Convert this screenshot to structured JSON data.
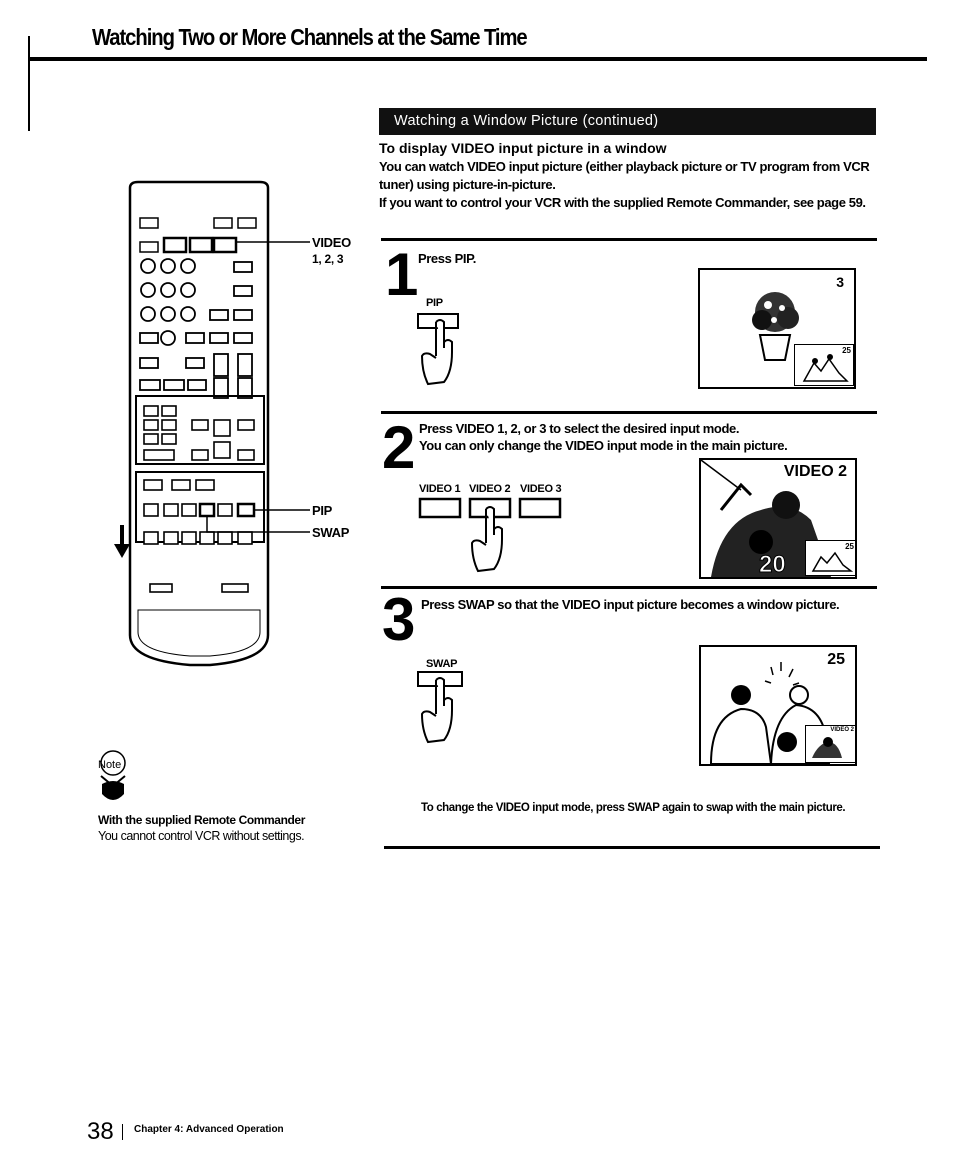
{
  "header": {
    "title": "Watching Two or More Channels at the Same Time"
  },
  "section": {
    "banner": "Watching a Window Picture (continued)",
    "heading": "To display VIDEO input picture in a window",
    "intro_1": "You can watch VIDEO input picture (either playback picture or TV program from VCR tuner) using picture-in-picture.",
    "intro_2": "If you want to control your VCR with the supplied Remote Commander, see page 59."
  },
  "remote": {
    "callout_video": "VIDEO",
    "callout_video_nums": "1, 2, 3",
    "callout_pip": "PIP",
    "callout_swap": "SWAP"
  },
  "steps": [
    {
      "number": "1",
      "text": "Press PIP.",
      "button_label": "PIP",
      "tv_channel": "3",
      "tv_window_channel": "25"
    },
    {
      "number": "2",
      "text_1": "Press VIDEO 1, 2, or 3 to select the desired input mode.",
      "text_2": "You can only change the VIDEO input mode in the main picture.",
      "button_labels": [
        "VIDEO 1",
        "VIDEO 2",
        "VIDEO 3"
      ],
      "tv_label": "VIDEO 2",
      "tv_window_channel": "25"
    },
    {
      "number": "3",
      "text": "Press SWAP so that the VIDEO input picture becomes a window picture.",
      "button_label": "SWAP",
      "tv_channel": "25",
      "tv_window_label": "VIDEO 2",
      "footnote": "To change the VIDEO input mode, press SWAP again to swap with the main picture."
    }
  ],
  "note": {
    "icon_label": "Note",
    "title": "With the supplied Remote Commander",
    "text": "You cannot control VCR without settings."
  },
  "footer": {
    "page_number": "38",
    "chapter": "Chapter 4: Advanced Operation"
  },
  "colors": {
    "ink": "#000000",
    "banner_bg": "#111111",
    "banner_text": "#ffffff",
    "paper": "#ffffff"
  }
}
